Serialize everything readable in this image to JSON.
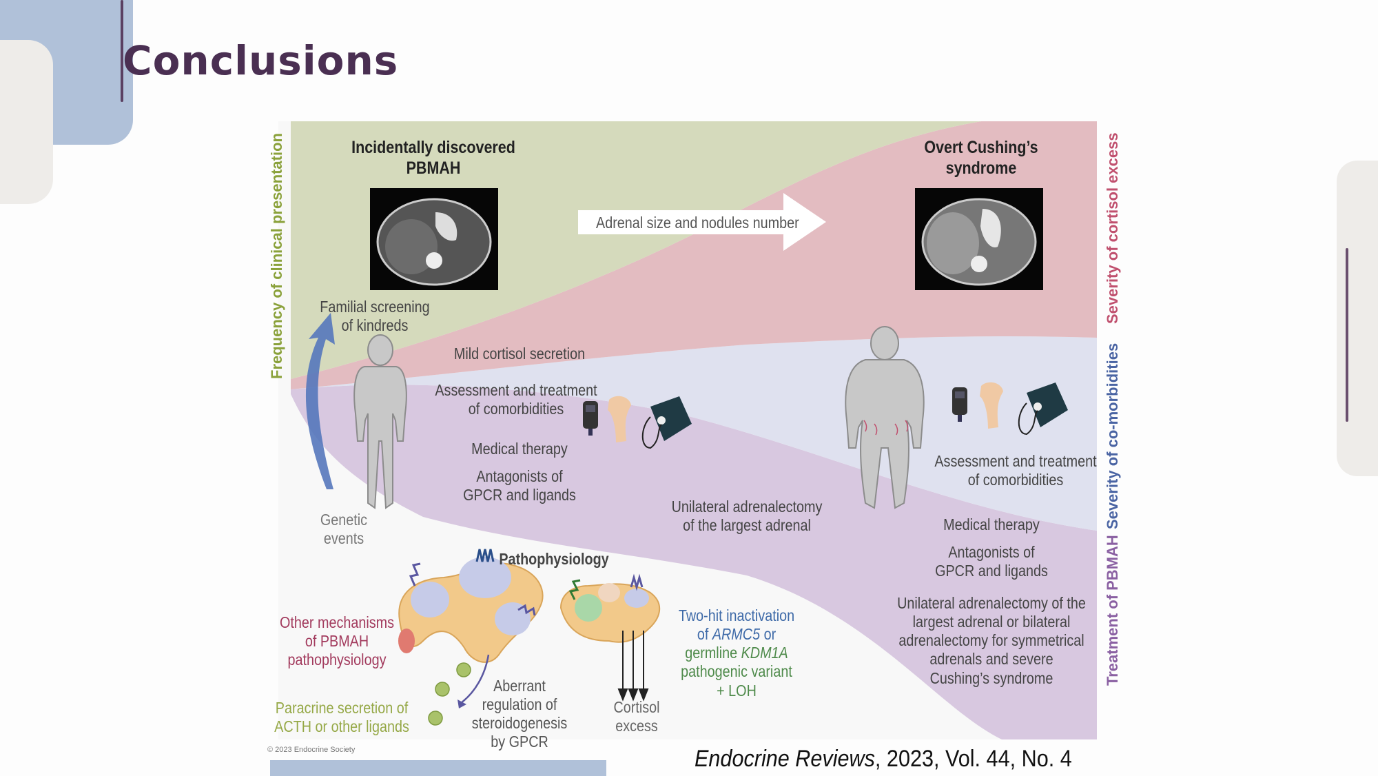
{
  "slide": {
    "title": "Conclusions",
    "citation": {
      "journal": "Endocrine Reviews",
      "rest": ", 2023, Vol. 44, No. 4"
    }
  },
  "figure": {
    "colors": {
      "frequency_band": "#d5dabc",
      "cortisol_band": "#e3bcc1",
      "comorbidity_band": "#dfe1ef",
      "treatment_band": "#d8c8e0",
      "pathophysiology_bg": "#f8f8f8",
      "frequency_label": "#8aa13a",
      "cortisol_label": "#c0506e",
      "comorbidity_label": "#4a64a3",
      "treatment_label": "#8a60a2",
      "other_mech_text": "#a23a5d",
      "paracrine_text": "#95a846",
      "two_hit_text": "#3e6aa8",
      "two_hit_green": "#4e8a4a"
    },
    "axis_labels": {
      "left": "Frequency of clinical presentation",
      "right_top": "Severity of cortisol excess",
      "right_middle": "Severity of co-morbidities",
      "right_bottom": "Treatment of PBMAH"
    },
    "left_heading": [
      "Incidentally discovered",
      "PBMAH"
    ],
    "right_heading": [
      "Overt Cushing’s",
      "syndrome"
    ],
    "progress_arrow_label": "Adrenal size and nodules number",
    "left_column": {
      "familial": [
        "Familial screening",
        "of kindreds"
      ],
      "mild_cortisol": "Mild cortisol secretion",
      "assessment": [
        "Assessment and treatment",
        "of comorbidities"
      ],
      "medical_therapy": "Medical therapy",
      "antagonists": [
        "Antagonists of",
        "GPCR and ligands"
      ],
      "genetic": [
        "Genetic",
        "events"
      ],
      "unilateral": [
        "Unilateral adrenalectomy",
        "of the largest adrenal"
      ]
    },
    "right_column": {
      "assessment": [
        "Assessment and treatment",
        "of comorbidities"
      ],
      "medical_therapy": "Medical therapy",
      "antagonists": [
        "Antagonists of",
        "GPCR and ligands"
      ],
      "surgery": [
        "Unilateral adrenalectomy of the",
        "largest adrenal or bilateral",
        "adrenalectomy for symmetrical",
        "adrenals and severe",
        "Cushing’s syndrome"
      ]
    },
    "pathophysiology": {
      "heading": "Pathophysiology",
      "other_mechanisms": [
        "Other mechanisms",
        "of PBMAH",
        "pathophysiology"
      ],
      "paracrine": [
        "Paracrine secretion of",
        "ACTH or other ligands"
      ],
      "aberrant": [
        "Aberrant",
        "regulation of",
        "steroidogenesis",
        "by GPCR"
      ],
      "cortisol_excess": [
        "Cortisol",
        "excess"
      ],
      "two_hit": {
        "line1": "Two-hit inactivation",
        "line2_pre": "of ",
        "line2_gene": "ARMC5",
        "line2_post": " or",
        "line3_pre": "germline ",
        "line3_gene": "KDM1A",
        "line4": "pathogenic variant",
        "line5": "+ LOH"
      },
      "copyright": "© 2023 Endocrine Society"
    },
    "icons": [
      "ct-scan-image",
      "ct-scan-image",
      "patient-figure",
      "patient-figure",
      "glucometer-icon",
      "femur-bone-icon",
      "blood-pressure-cuff-icon"
    ]
  }
}
